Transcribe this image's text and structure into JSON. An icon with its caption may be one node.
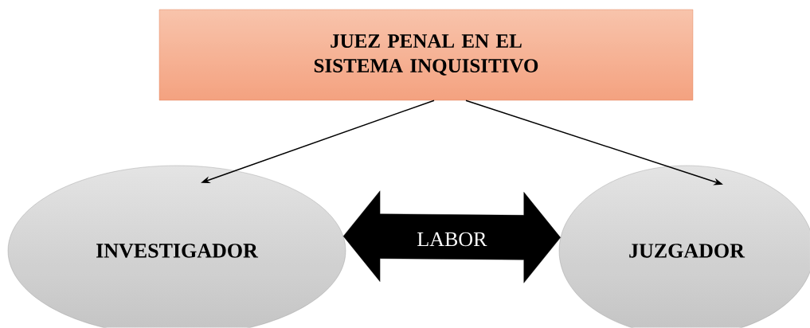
{
  "diagram": {
    "nodes": [
      {
        "text": [
          "JUEZ PENAL EN EL SISTEMA INQUISITIVO"
        ]
      },
      {
        "text": [
          "INVESTIGADOR"
        ]
      },
      {
        "text": [
          "JUZGADOR"
        ]
      }
    ],
    "edges": [
      {
        "from": 0,
        "to": 1,
        "arrow": "to"
      },
      {
        "from": 0,
        "to": 2,
        "arrow": "to"
      },
      {
        "from": 1,
        "to": 2,
        "arrow": "both",
        "label": "LABOR",
        "style": "thick"
      }
    ]
  }
}
